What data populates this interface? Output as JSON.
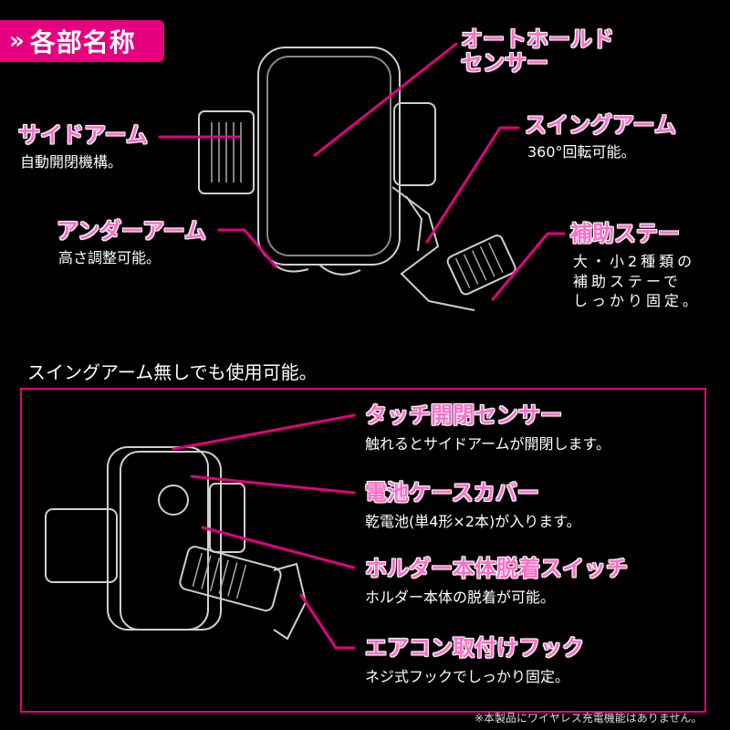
{
  "header": {
    "chevron": "»",
    "title": "各部名称"
  },
  "parts_top": {
    "auto_hold_sensor": {
      "label_line1": "オートホールド",
      "label_line2": "センサー"
    },
    "side_arm": {
      "label": "サイドアーム",
      "desc": "自動開閉機構。"
    },
    "swing_arm": {
      "label": "スイングアーム",
      "desc": "360°回転可能。"
    },
    "under_arm": {
      "label": "アンダーアーム",
      "desc": "高さ調整可能。"
    },
    "aux_stay": {
      "label": "補助ステー",
      "desc_line1": "大・小2種類の",
      "desc_line2": "補助ステーで",
      "desc_line3": "しっかり固定。"
    }
  },
  "note_swing": "スイングアーム無しでも使用可能。",
  "parts_bottom": {
    "touch_sensor": {
      "label": "タッチ開閉センサー",
      "desc": "触れるとサイドアームが開閉します。"
    },
    "battery_cover": {
      "label": "電池ケースカバー",
      "desc": "乾電池(単4形×2本)が入ります。"
    },
    "holder_switch": {
      "label": "ホルダー本体脱着スイッチ",
      "desc": "ホルダー本体の脱着が可能。"
    },
    "vent_hook": {
      "label": "エアコン取付けフック",
      "desc": "ネジ式フックでしっかり固定。"
    }
  },
  "footnote": "※本製品にワイヤレス充電機能はありません。",
  "colors": {
    "accent": "#e4007f",
    "label_pink": "#ff6ec7",
    "background": "#000000"
  }
}
